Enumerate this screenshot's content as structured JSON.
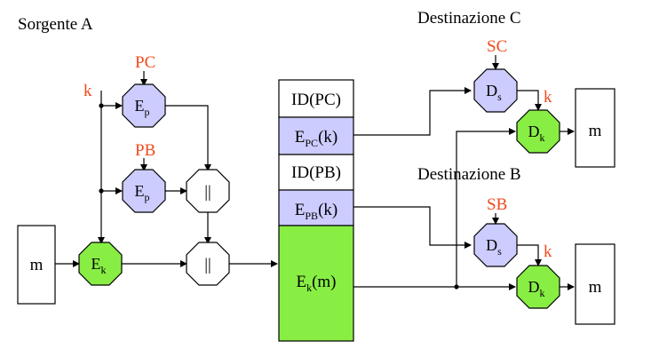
{
  "labels": {
    "source": "Sorgente A",
    "dest_c": "Destinazione C",
    "dest_b": "Destinazione B",
    "pc": "PC",
    "pb": "PB",
    "sc": "SC",
    "sb": "SB",
    "k": "k",
    "m": "m"
  },
  "nodes": {
    "ep_main": "E",
    "ep_sub": "p",
    "ek_main": "E",
    "ek_sub": "k",
    "ds_main": "D",
    "ds_sub": "s",
    "dk_main": "D",
    "dk_sub": "k",
    "concat": "||"
  },
  "message": {
    "id_pc": "ID(PC)",
    "epc_main": "E",
    "epc_sub": "PC",
    "epc_arg": "(k)",
    "id_pb": "ID(PB)",
    "epb_main": "E",
    "epb_sub": "PB",
    "epb_arg": "(k)",
    "ekm_main": "E",
    "ekm_sub": "k",
    "ekm_arg": "(m)"
  },
  "colors": {
    "ep_fill": "#ccccff",
    "ek_fill": "#88ee44",
    "message_green": "#88ee44",
    "label_red": "#f24a1c"
  }
}
